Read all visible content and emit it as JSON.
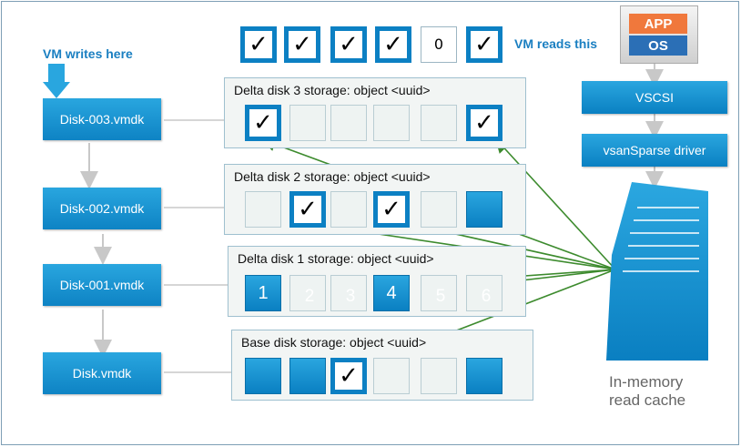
{
  "vm_writes_label": "VM writes here",
  "vm_reads_label": "VM reads this",
  "disks": [
    "Disk-003.vmdk",
    "Disk-002.vmdk",
    "Disk-001.vmdk",
    "Disk.vmdk"
  ],
  "read_blocks": [
    {
      "state": "check",
      "text": "✓"
    },
    {
      "state": "check",
      "text": "✓"
    },
    {
      "state": "check",
      "text": "✓"
    },
    {
      "state": "check",
      "text": "✓"
    },
    {
      "state": "zero",
      "text": "0"
    },
    {
      "state": "check",
      "text": "✓"
    }
  ],
  "storages": [
    {
      "label": "Delta disk 3 storage: object <uuid>",
      "blocks": [
        "check",
        "empty",
        "empty",
        "empty",
        "empty",
        "check"
      ]
    },
    {
      "label": "Delta disk 2 storage: object <uuid>",
      "blocks": [
        "empty",
        "check",
        "empty",
        "check",
        "empty",
        "filled"
      ]
    },
    {
      "label": "Delta disk 1 storage: object <uuid>",
      "blocks": [
        "num",
        "ghost",
        "ghost",
        "num",
        "ghost",
        "ghost"
      ],
      "numbers": [
        "1",
        "2",
        "3",
        "4",
        "5",
        "6"
      ]
    },
    {
      "label": "Base disk storage: object <uuid>",
      "blocks": [
        "filled",
        "filled",
        "check",
        "empty",
        "empty",
        "filled"
      ]
    }
  ],
  "app_label": "APP",
  "os_label": "OS",
  "vscsi_label": "VSCSI",
  "driver_label": "vsanSparse driver",
  "cache_label_line1": "In-memory",
  "cache_label_line2": "read cache",
  "colors": {
    "accent": "#0e83c4",
    "app_orange": "#f0783c",
    "os_blue": "#2b6fb6",
    "arrow_green": "#3d8b2e",
    "connector_gray": "#c8c8c8"
  }
}
